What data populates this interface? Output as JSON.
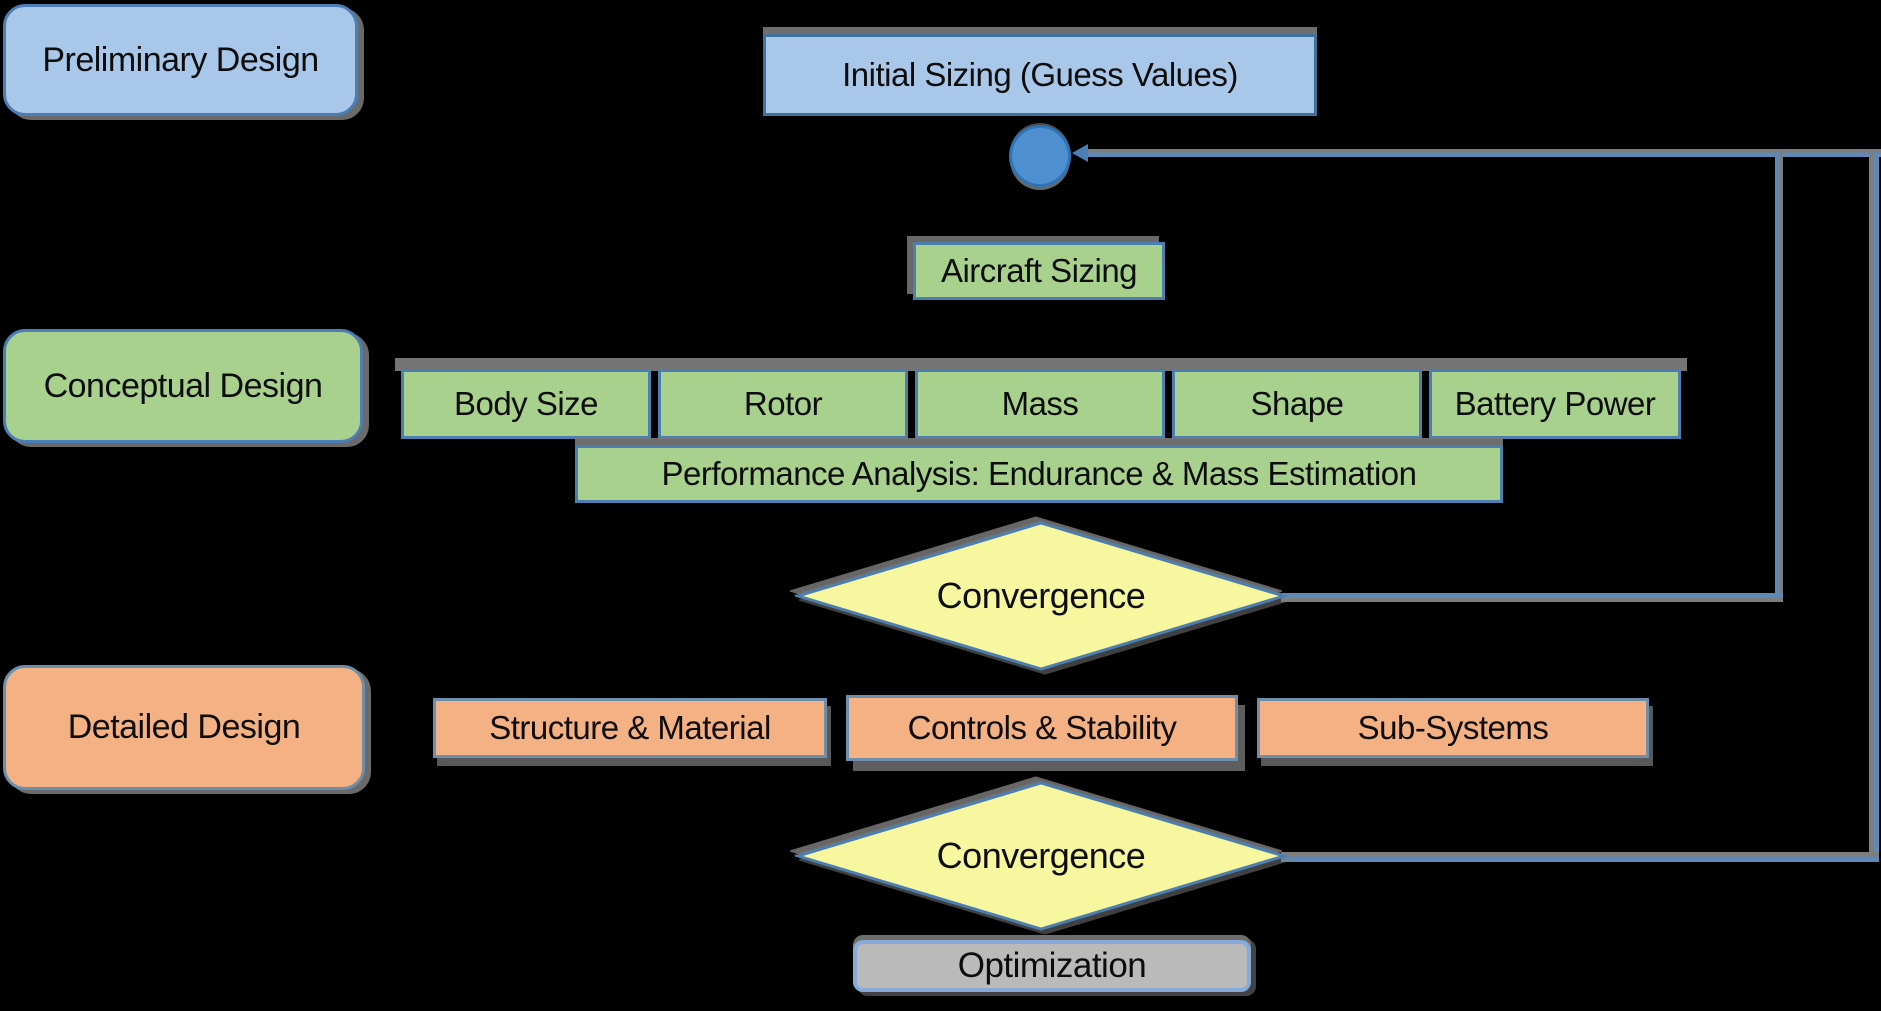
{
  "stages": {
    "preliminary": {
      "label": "Preliminary Design"
    },
    "conceptual": {
      "label": "Conceptual Design"
    },
    "detailed": {
      "label": "Detailed Design"
    }
  },
  "flow": {
    "initial_sizing": {
      "label": "Initial Sizing (Guess Values)"
    },
    "aircraft_sizing": {
      "label": "Aircraft Sizing"
    },
    "sizing_aspects": [
      {
        "label": "Body Size"
      },
      {
        "label": "Rotor"
      },
      {
        "label": "Mass"
      },
      {
        "label": "Shape"
      },
      {
        "label": "Battery Power"
      }
    ],
    "performance_analysis": {
      "label": "Performance Analysis: Endurance & Mass Estimation"
    },
    "convergence_1": {
      "label": "Convergence"
    },
    "detailed_aspects": [
      {
        "label": "Structure & Material"
      },
      {
        "label": "Controls & Stability"
      },
      {
        "label": "Sub-Systems"
      }
    ],
    "convergence_2": {
      "label": "Convergence"
    },
    "optimization": {
      "label": "Optimization"
    }
  },
  "colors": {
    "stage_blue": "#A9C7E8",
    "box_green": "#A9D18E",
    "box_orange": "#F4B183",
    "diamond_yellow": "#F7F7A0",
    "optimization_gray": "#BABABA",
    "optimization_border": "#87ABD8",
    "node_blue": "#4E8FD0",
    "border_blue": "#41719C",
    "box_border_blue": "#4C7EB0",
    "stage_border_blue": "#4A7EB5",
    "line_blue": "#5E88B5",
    "shadow_gray": "#7D7D7D"
  }
}
